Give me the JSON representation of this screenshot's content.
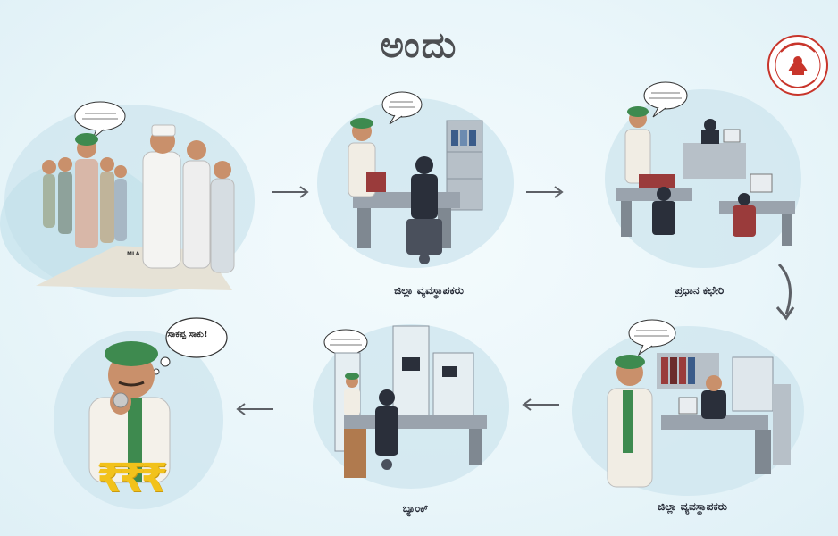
{
  "title": "ಅಂದು",
  "captions": {
    "district_manager_1": "ಜಿಲ್ಲಾ ವ್ಯವಸ್ಥಾಪಕರು",
    "head_office": "ಪ್ರಧಾನ ಕಛೇರಿ",
    "district_manager_2": "ಜಿಲ್ಲಾ ವ್ಯವಸ್ಥಾಪಕರು",
    "bank": "ಬ್ಯಾಂಕ್"
  },
  "farmer_bubble": "ಸಾಕಪ್ಪ ಸಾಕು!",
  "mla_sign": "MLA",
  "currency_symbols": "₹₹₹",
  "colors": {
    "title": "#4d4f52",
    "seal_red": "#c8352b",
    "farmer_green": "#3e8a4f",
    "rupee_gold": "#f2c21b",
    "desk_gray": "#9aa3ad",
    "suit_dark": "#2a2f3a"
  }
}
